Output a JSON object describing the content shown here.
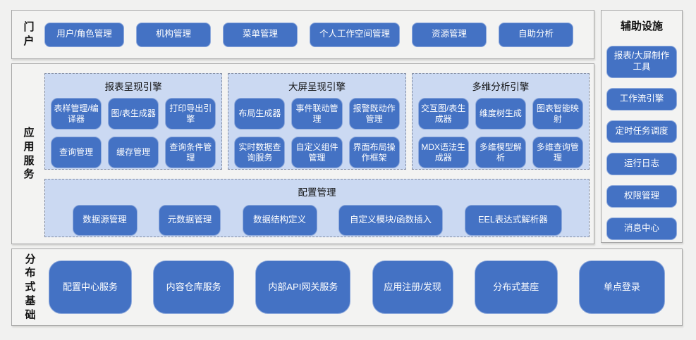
{
  "colors": {
    "button_fill": "#4472C4",
    "button_border": "#8FAADC",
    "panel_fill": "#CBD9F2",
    "panel_dashed_border": "#7F8AA0",
    "section_fill": "#F3F3F2",
    "section_border": "#A6A6A6",
    "button_text": "#FFFFFF",
    "label_text": "#111111"
  },
  "portal": {
    "label": "门户",
    "items": [
      "用户/角色管理",
      "机构管理",
      "菜单管理",
      "个人工作空间管理",
      "资源管理",
      "自助分析"
    ]
  },
  "app_services": {
    "label": "应用服务",
    "engines": [
      {
        "title": "报表呈现引擎",
        "items": [
          "表样管理/编译器",
          "图/表生成器",
          "打印导出引擎",
          "查询管理",
          "缓存管理",
          "查询条件管理"
        ]
      },
      {
        "title": "大屏呈现引擎",
        "items": [
          "布局生成器",
          "事件联动管理",
          "报警既动作管理",
          "实时数据查询服务",
          "自定义组件管理",
          "界面布局操作框架"
        ]
      },
      {
        "title": "多维分析引擎",
        "items": [
          "交互图/表生成器",
          "维度树生成",
          "图表智能映射",
          "MDX语法生成器",
          "多维模型解析",
          "多维查询管理"
        ]
      }
    ],
    "config": {
      "title": "配置管理",
      "items": [
        "数据源管理",
        "元数据管理",
        "数据结构定义",
        "自定义模块/函数插入",
        "EEL表达式解析器"
      ]
    }
  },
  "auxiliary": {
    "label": "辅助设施",
    "items": [
      "报表/大屏制作工具",
      "工作流引擎",
      "定时任务调度",
      "运行日志",
      "权限管理",
      "消息中心"
    ]
  },
  "distributed": {
    "label": "分布式基础",
    "items": [
      "配置中心服务",
      "内容仓库服务",
      "内部API网关服务",
      "应用注册/发现",
      "分布式基座",
      "单点登录"
    ]
  }
}
